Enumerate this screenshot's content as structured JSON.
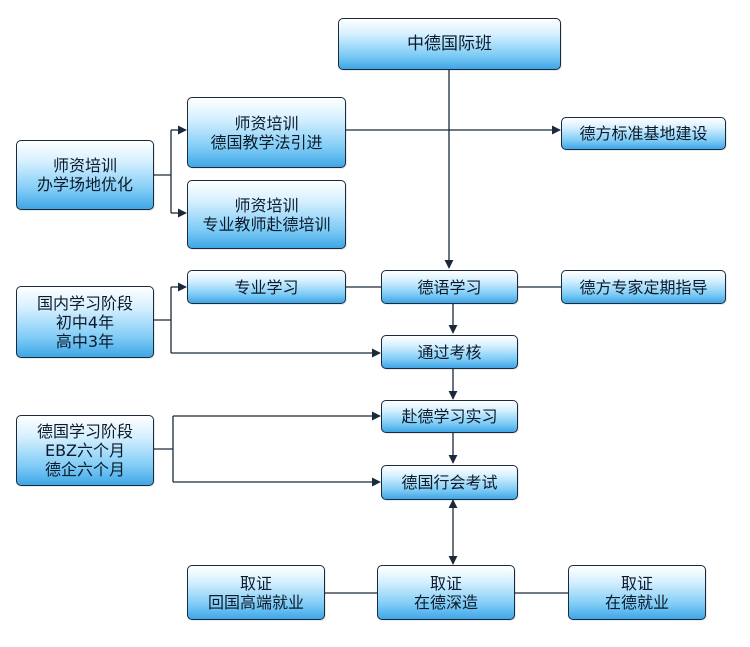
{
  "diagram": {
    "nodes": {
      "main": {
        "lines": [
          "中德国际班"
        ]
      },
      "teacher_intro": {
        "lines": [
          "师资培训",
          "德国教学法引进"
        ]
      },
      "teacher_abroad": {
        "lines": [
          "师资培训",
          "专业教师赴德培训"
        ]
      },
      "teacher_site": {
        "lines": [
          "师资培训",
          "办学场地优化"
        ]
      },
      "german_base": {
        "lines": [
          "德方标准基地建设"
        ]
      },
      "domestic_stage": {
        "lines": [
          "国内学习阶段",
          "初中4年",
          "高中3年"
        ]
      },
      "major_study": {
        "lines": [
          "专业学习"
        ]
      },
      "german_lang": {
        "lines": [
          "德语学习"
        ]
      },
      "expert_guide": {
        "lines": [
          "德方专家定期指导"
        ]
      },
      "pass_exam": {
        "lines": [
          "通过考核"
        ]
      },
      "germany_stage": {
        "lines": [
          "德国学习阶段",
          "EBZ六个月",
          "德企六个月"
        ]
      },
      "internship": {
        "lines": [
          "赴德学习实习"
        ]
      },
      "guild_exam": {
        "lines": [
          "德国行会考试"
        ]
      },
      "cert_home": {
        "lines": [
          "取证",
          "回国高端就业"
        ]
      },
      "cert_study": {
        "lines": [
          "取证",
          "在德深造"
        ]
      },
      "cert_work": {
        "lines": [
          "取证",
          "在德就业"
        ]
      }
    },
    "line_color": "#1a2a3a",
    "node_gradient": [
      "#ffffff",
      "#7fccf6",
      "#3fa6e6"
    ]
  }
}
